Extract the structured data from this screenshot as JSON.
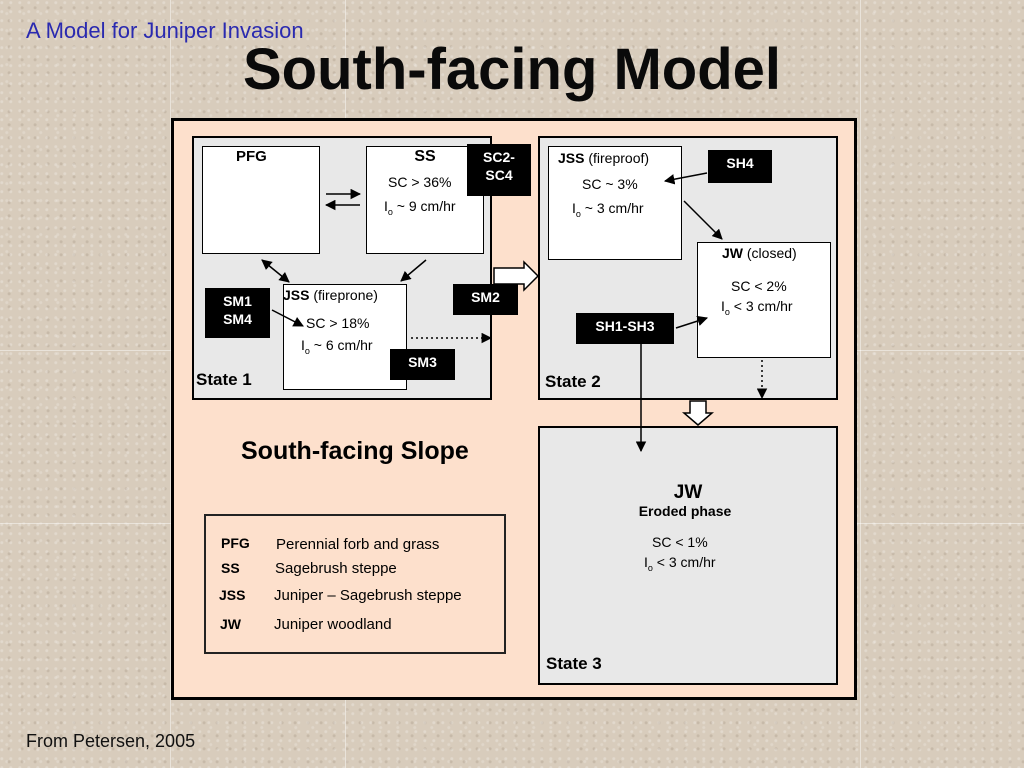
{
  "supertitle": "A Model for Juniper Invasion",
  "title": "South-facing Model",
  "source": "From Petersen, 2005",
  "slope_label": "South-facing Slope",
  "state1": {
    "label": "State 1",
    "pfg": {
      "name": "PFG"
    },
    "ss": {
      "name": "SS",
      "sc": "SC > 36%",
      "io": "~ 9 cm/hr"
    },
    "jss": {
      "name": "JSS",
      "qualifier": "(fireprone)",
      "sc": "SC > 18%",
      "io": "~ 6 cm/hr"
    }
  },
  "state2": {
    "label": "State 2",
    "jss": {
      "name": "JSS",
      "qualifier": "(fireproof)",
      "sc": "SC ~ 3%",
      "io": "~ 3 cm/hr"
    },
    "jw": {
      "name": "JW",
      "qualifier": "(closed)",
      "sc": "SC < 2%",
      "io": "< 3 cm/hr"
    }
  },
  "state3": {
    "label": "State 3",
    "name": "JW",
    "phase": "Eroded phase",
    "sc": "SC < 1%",
    "io": "< 3 cm/hr"
  },
  "io_symbol": "I",
  "io_subscript": "o",
  "tags": {
    "sc2_sc4": [
      "SC2-",
      "SC4"
    ],
    "sm1_sm4": [
      "SM1",
      "SM4"
    ],
    "sm2": "SM2",
    "sm3": "SM3",
    "sh4": "SH4",
    "sh1_sh3": "SH1-SH3"
  },
  "legend": [
    {
      "abbr": "PFG",
      "text": "Perennial forb and grass"
    },
    {
      "abbr": "SS",
      "text": "Sagebrush steppe"
    },
    {
      "abbr": "JSS",
      "text": "Juniper – Sagebrush steppe"
    },
    {
      "abbr": "JW",
      "text": "Juniper woodland"
    }
  ]
}
